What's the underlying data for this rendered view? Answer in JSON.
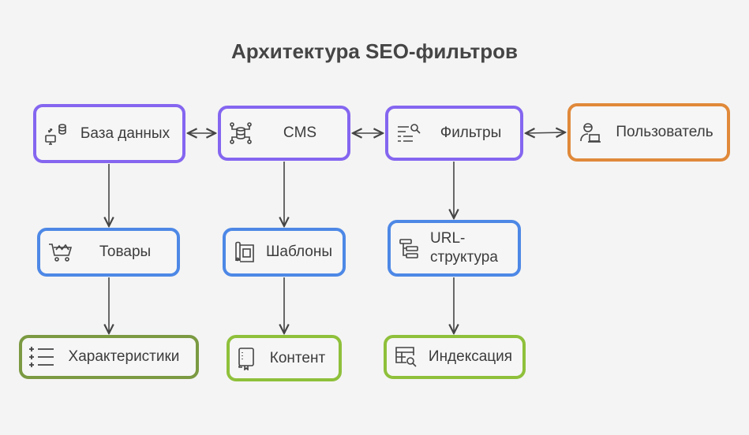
{
  "title": "Архитектура SEO-фильтров",
  "nodes": {
    "database": "База данных",
    "cms": "CMS",
    "filters": "Фильтры",
    "user": "Пользователь",
    "products": "Товары",
    "templates": "Шаблоны",
    "url": "URL-структура",
    "characteristics": "Характеристики",
    "content": "Контент",
    "indexing": "Индексация"
  },
  "colors": {
    "purple": "#8466f0",
    "blue": "#4d88e6",
    "orange": "#e0893a",
    "dark_green": "#7b9a42",
    "light_green": "#8fc03b"
  }
}
